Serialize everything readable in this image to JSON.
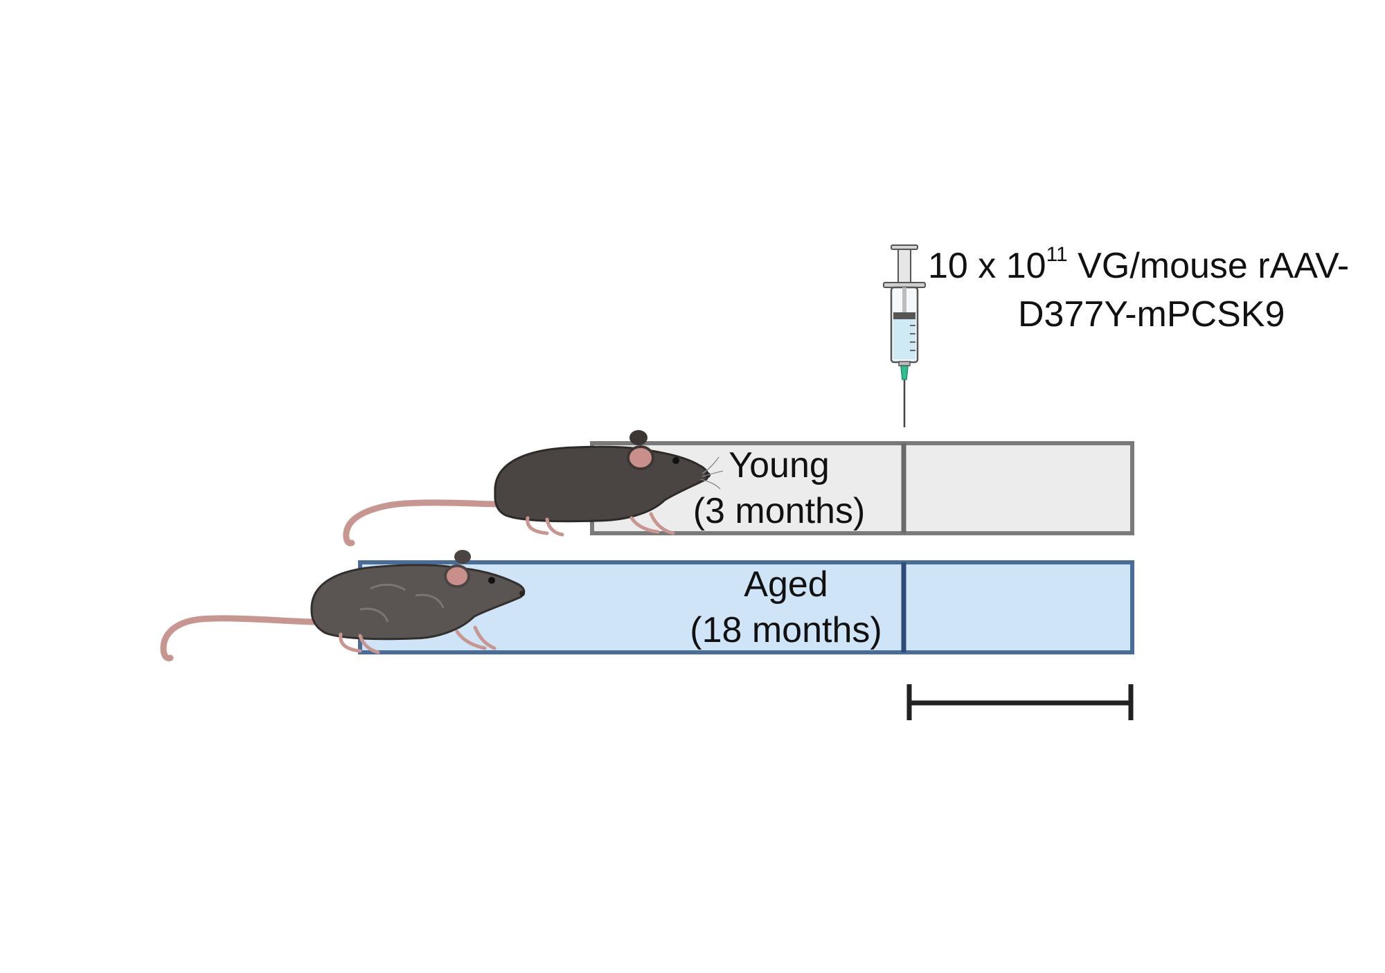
{
  "groups": {
    "young": {
      "name": "Young",
      "age": "(3 months)"
    },
    "aged": {
      "name": "Aged",
      "age": "(18 months)"
    }
  },
  "injection": {
    "dose_prefix": "10 x 10",
    "dose_exponent": "11",
    "dose_suffix": " VG/mouse rAAV-",
    "vector": "D377Y-mPCSK9"
  },
  "colors": {
    "young_fill": "#ececec",
    "young_stroke": "#7a7a7a",
    "aged_fill": "#cfe4f7",
    "aged_stroke": "#4a6d98",
    "mouse_body": "#4a4542",
    "mouse_tail": "#c89690",
    "scale_bar": "#222222"
  }
}
